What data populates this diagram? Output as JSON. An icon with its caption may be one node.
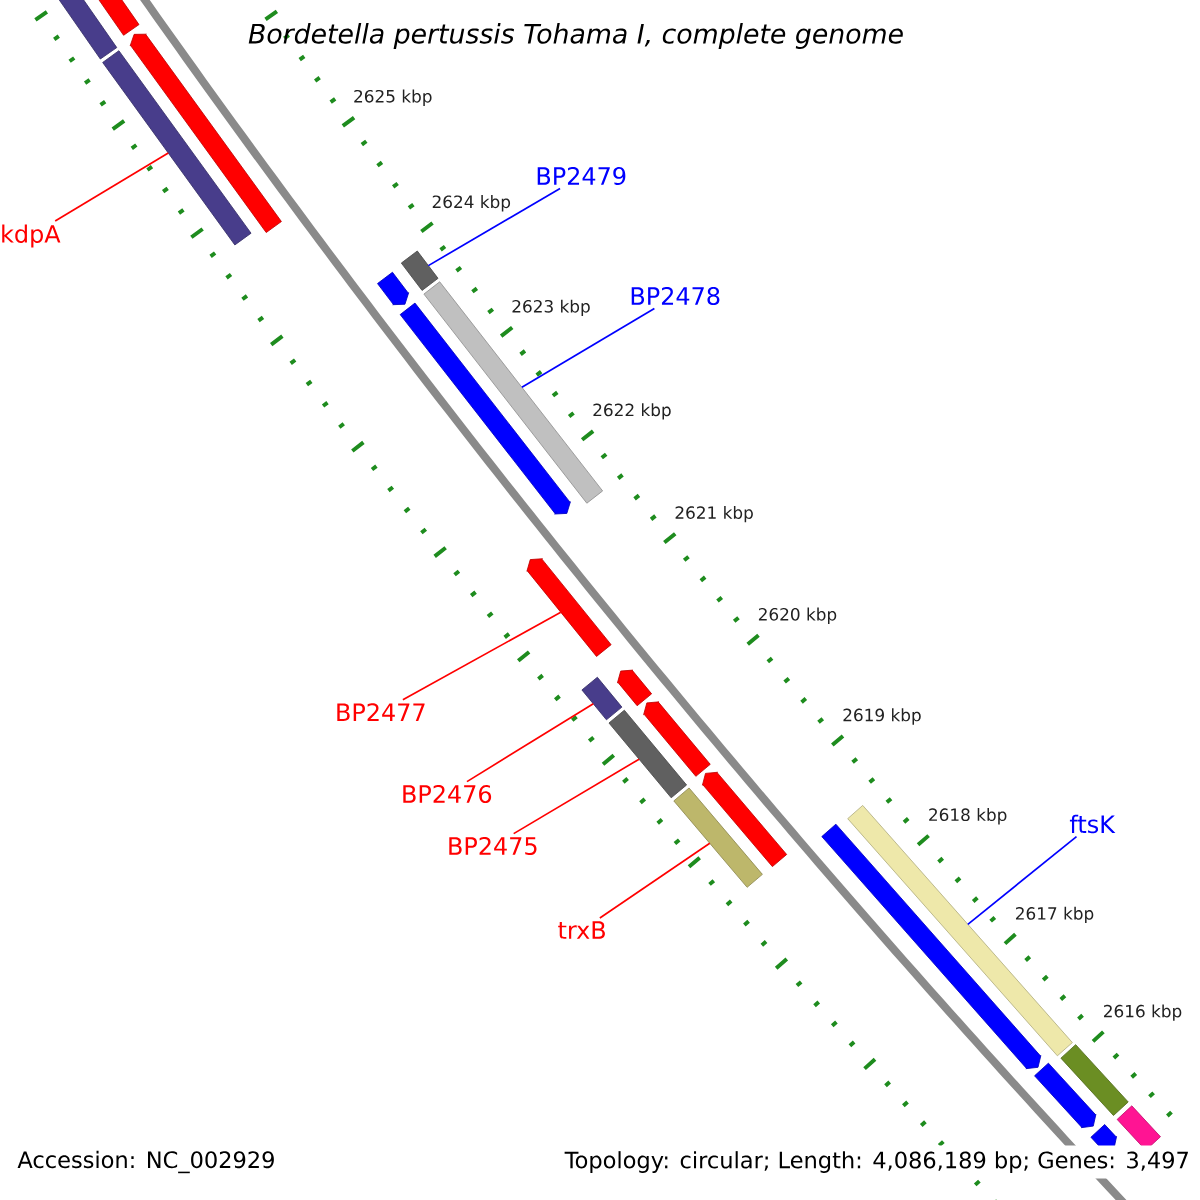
{
  "diagram": {
    "title": "Bordetella pertussis Tohama I, complete genome",
    "nodes": [
      {
        "text": [
          "kdpA"
        ]
      },
      {
        "text": [
          "BP2479"
        ]
      },
      {
        "text": [
          "BP2478"
        ]
      },
      {
        "text": [
          "BP2477"
        ]
      },
      {
        "text": [
          "BP2476"
        ]
      },
      {
        "text": [
          "BP2475"
        ]
      },
      {
        "text": [
          "trxB"
        ]
      },
      {
        "text": [
          "ftsK"
        ]
      },
      {
        "text": [],
        "shape": "bar"
      },
      {
        "text": [],
        "shape": "arrow"
      },
      {
        "text": [],
        "shape": "bar"
      },
      {
        "text": [],
        "shape": "arrow"
      },
      {
        "text": [],
        "shape": "bar"
      },
      {
        "text": [],
        "shape": "arrow"
      },
      {
        "text": [],
        "shape": "bar"
      },
      {
        "text": [],
        "shape": "arrow"
      },
      {
        "text": [],
        "shape": "arrow"
      },
      {
        "text": [],
        "shape": "arrow"
      },
      {
        "text": [],
        "shape": "bar"
      },
      {
        "text": [],
        "shape": "arrow"
      },
      {
        "text": [],
        "shape": "bar"
      },
      {
        "text": [],
        "shape": "arrow"
      },
      {
        "text": [],
        "shape": "bar"
      },
      {
        "text": [],
        "shape": "bar"
      },
      {
        "text": [],
        "shape": "arrow"
      },
      {
        "text": [],
        "shape": "bar"
      },
      {
        "text": [],
        "shape": "arrow"
      },
      {
        "text": [],
        "shape": "bar"
      },
      {
        "text": [],
        "shape": "arrow"
      }
    ],
    "edges": [
      {
        "from": 0,
        "to": 10,
        "arrow": "none"
      },
      {
        "from": 1,
        "to": 12,
        "arrow": "none",
        "color": "#0000ff"
      },
      {
        "from": 2,
        "to": 14,
        "arrow": "none",
        "color": "#0000ff"
      },
      {
        "from": 3,
        "to": 16,
        "arrow": "none"
      },
      {
        "from": 4,
        "to": 18,
        "arrow": "none"
      },
      {
        "from": 5,
        "to": 20,
        "arrow": "none"
      },
      {
        "from": 6,
        "to": 22,
        "arrow": "none"
      },
      {
        "from": 7,
        "to": 23,
        "arrow": "none",
        "color": "#0000ff"
      }
    ],
    "labels": [
      "2625 kbp",
      "2624 kbp",
      "2623 kbp",
      "2622 kbp",
      "2621 kbp",
      "2620 kbp",
      "2619 kbp",
      "2618 kbp",
      "2617 kbp",
      "2616 kbp",
      "Accession: NC_002929",
      "Topology: circular; Length: 4,086,189 bp; Genes: 3,497"
    ]
  }
}
